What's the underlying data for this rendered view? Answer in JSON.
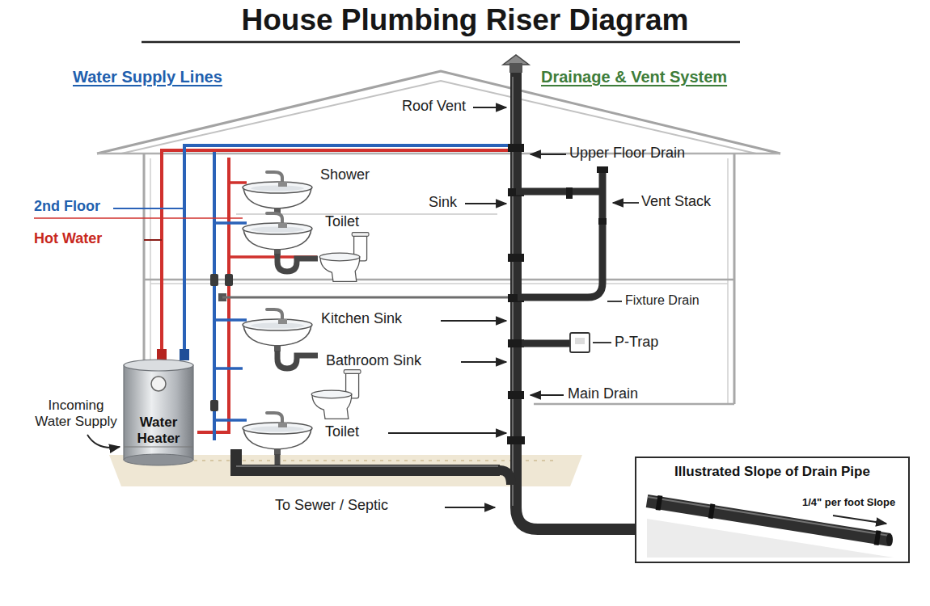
{
  "diagram": {
    "title": "House Plumbing Riser Diagram",
    "nodes": [
      {
        "text": [
          "Water Heater"
        ]
      },
      {
        "text": [
          "Illustrated Slope of Drain Pipe",
          "1/4\" per foot Slope"
        ]
      }
    ],
    "labels": [
      "Water Supply Lines",
      "Drainage & Vent System",
      "Roof Vent",
      "Upper Floor Drain",
      "Shower",
      "Sink",
      "Vent Stack",
      "2nd Floor",
      "Toilet",
      "Hot Water",
      "Fixture Drain",
      "Kitchen Sink",
      "P-Trap",
      "Bathroom Sink",
      "Main Drain",
      "Incoming Water Supply",
      "Toilet",
      "To Sewer / Septic"
    ]
  }
}
